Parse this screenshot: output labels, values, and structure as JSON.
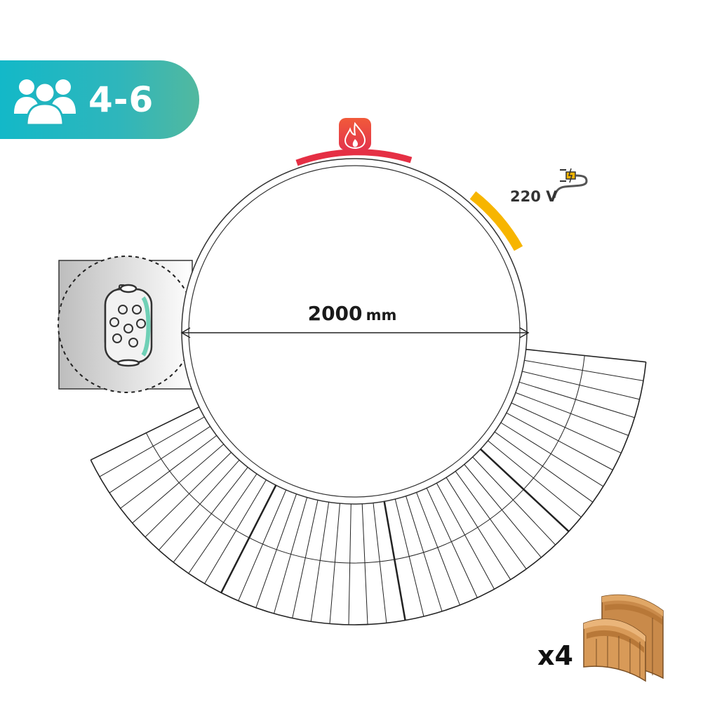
{
  "capacity": {
    "label": "4-6",
    "icon": "people-group-icon",
    "color_start": "#13b8c8",
    "color_end": "#52b89f"
  },
  "diameter": {
    "value": "2000",
    "unit": "mm"
  },
  "heater": {
    "icon": "fire-icon",
    "color": "#e52f44"
  },
  "power": {
    "label": "220 V",
    "icon": "plug-icon",
    "color": "#f7b500"
  },
  "steps": {
    "count_label": "x4",
    "icon": "wooden-steps-icon",
    "wood_color": "#c98a4a"
  }
}
